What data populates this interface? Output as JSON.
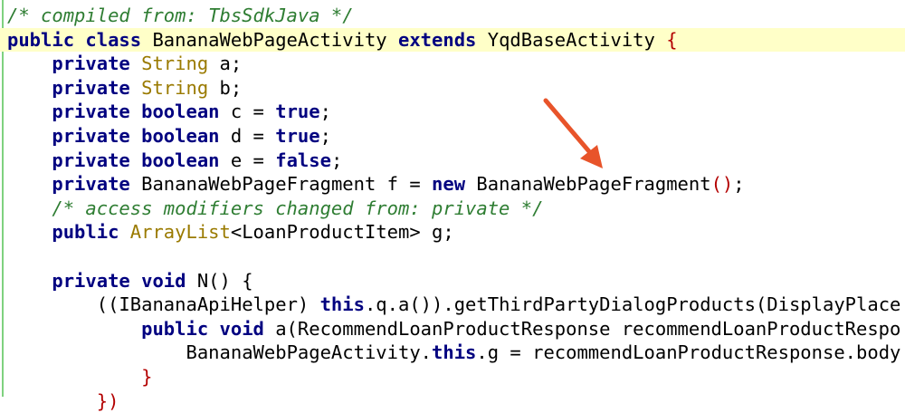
{
  "code": {
    "l01_comment": "/* compiled from: TbsSdkJava */",
    "l02_kw1": "public class",
    "l02_name": " BananaWebPageActivity ",
    "l02_kw2": "extends",
    "l02_base": " YqdBaseActivity ",
    "l02_brace": "{",
    "l03_kw": "private",
    "l03_type": "String",
    "l03_rest": " a;",
    "l04_kw": "private",
    "l04_type": "String",
    "l04_rest": " b;",
    "l05_kw": "private",
    "l05_type": "boolean",
    "l05_rest": " c = ",
    "l05_val": "true",
    "l05_end": ";",
    "l06_kw": "private",
    "l06_type": "boolean",
    "l06_rest": " d = ",
    "l06_val": "true",
    "l06_end": ";",
    "l07_kw": "private",
    "l07_type": "boolean",
    "l07_rest": " e = ",
    "l07_val": "false",
    "l07_end": ";",
    "l08_kw": "private",
    "l08_rest": " BananaWebPageFragment f = ",
    "l08_new": "new",
    "l08_call": " BananaWebPageFragment",
    "l08_paren": "()",
    "l08_end": ";",
    "l09_comment": "/* access modifiers changed from: private */",
    "l10_kw": "public",
    "l10_type": "ArrayList",
    "l10_rest": "<LoanProductItem> g;",
    "l12_kw": "private void",
    "l12_rest": " N() {",
    "l13_a": "((IBananaApiHelper) ",
    "l13_this": "this",
    "l13_b": ".q.a()).getThirdPartyDialogProducts(DisplayPlace",
    "l14_kw": "public void",
    "l14_rest": " a(RecommendLoanProductResponse recommendLoanProductRespo",
    "l15_a": "BananaWebPageActivity.",
    "l15_this": "this",
    "l15_b": ".g = recommendLoanProductResponse.body",
    "l16_brace": "}",
    "l17_partial": "})"
  },
  "annotation": {
    "arrow_color": "#e8542a",
    "target": "new BananaWebPageFragment()"
  }
}
